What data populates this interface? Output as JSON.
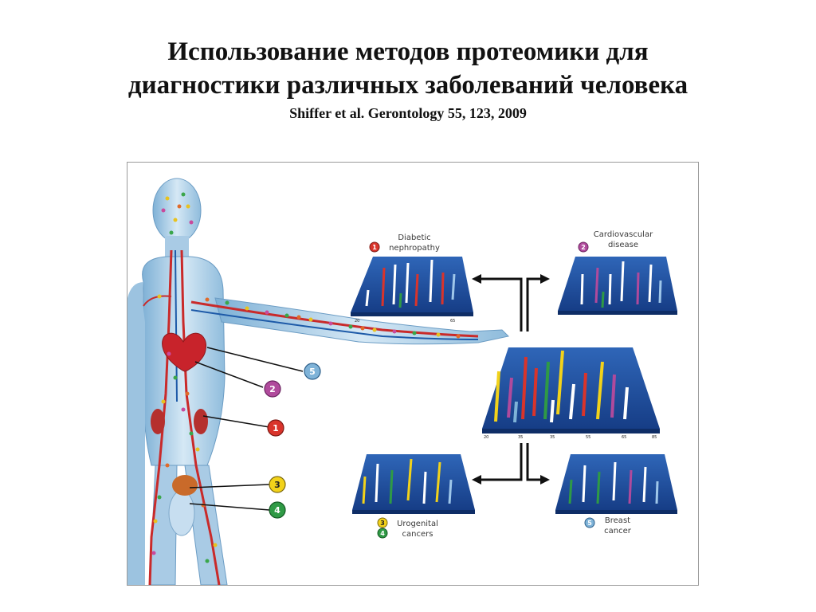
{
  "title": {
    "line1": "Использование методов протеомики для",
    "line2": "диагностики различных заболеваний человека",
    "citation": "Shiffer et al. Gerontology 55, 123, 2009"
  },
  "colors": {
    "marker1": "#d9342b",
    "marker2": "#b04a9c",
    "marker3": "#f2d21a",
    "marker4": "#2f9a45",
    "marker5": "#7fb3d8",
    "plot_plane": "#1f4fa0"
  },
  "markers": [
    {
      "num": "1",
      "color": "#d9342b"
    },
    {
      "num": "2",
      "color": "#b04a9c"
    },
    {
      "num": "3",
      "color": "#f2d21a"
    },
    {
      "num": "4",
      "color": "#2f9a45"
    },
    {
      "num": "5",
      "color": "#7fb3d8"
    }
  ],
  "plots": {
    "diabetic": {
      "marker": "1",
      "label_line1": "Diabetic",
      "label_line2": "nephropathy"
    },
    "cardio": {
      "marker": "2",
      "label_line1": "Cardiovascular",
      "label_line2": "disease"
    },
    "urogenital": {
      "marker_a": "3",
      "marker_b": "4",
      "label_line1": "Urogenital",
      "label_line2": "cancers"
    },
    "breast": {
      "marker": "5",
      "label_line1": "Breast",
      "label_line2": "cancer"
    },
    "center_ticks": [
      "20",
      "35",
      "35",
      "55",
      "65",
      "85"
    ]
  }
}
